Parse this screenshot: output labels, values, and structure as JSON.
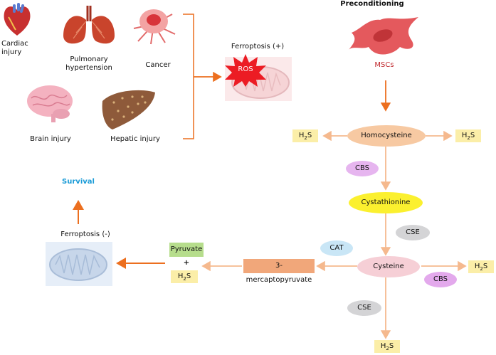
{
  "organs": {
    "cardiac": "Cardiac\ninjury",
    "pulmonary": "Pulmonary\nhypertension",
    "cancer": "Cancer",
    "brain": "Brain injury",
    "hepatic": "Hepatic injury"
  },
  "ferroptosis_plus": "Ferroptosis (+)",
  "ros": "ROS",
  "preconditioning": "Preconditioning",
  "mscs": "MSCs",
  "homocysteine": "Homocysteine",
  "h2s": "H",
  "h2s_sub": "2",
  "h2s_tail": "S",
  "cbs": "CBS",
  "cystathionine": "Cystathionine",
  "cse": "CSE",
  "cat": "CAT",
  "cysteine": "Cysteine",
  "mercapto": "3-mercaptopyruvate",
  "pyruvate": "Pyruvate",
  "plus": "+",
  "ferroptosis_minus": "Ferroptosis (-)",
  "survival": "Survival",
  "colors": {
    "arrow_light": "#f5b98e",
    "arrow_dark": "#ec6f1f",
    "survival": "#1a9bd7",
    "mscs": "#c0282d"
  }
}
